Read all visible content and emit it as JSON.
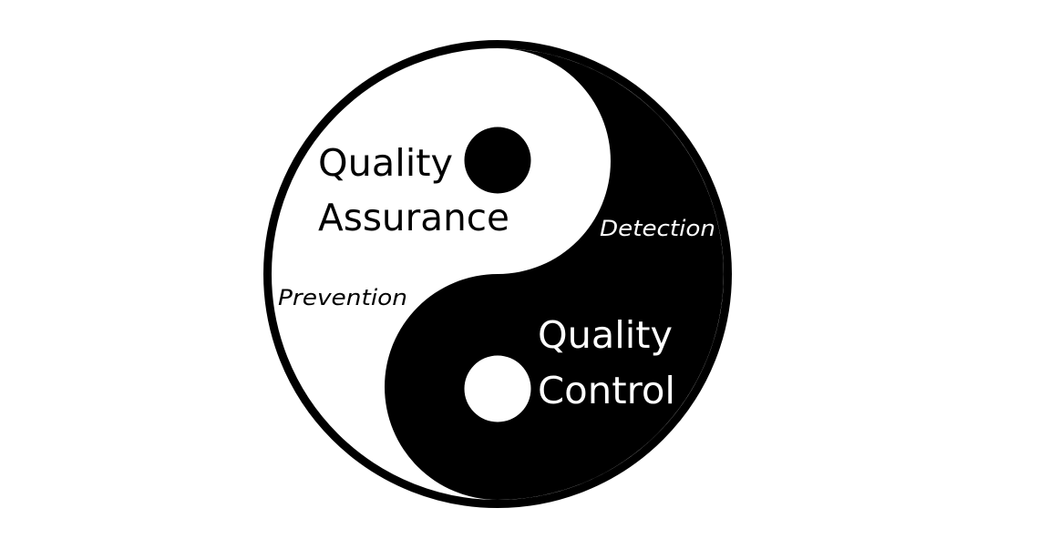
{
  "diagram": {
    "type": "yin-yang",
    "colors": {
      "background": "#ffffff",
      "dark": "#000000",
      "light": "#ffffff"
    },
    "light_side": {
      "title_line1": "Quality",
      "title_line2": "Assurance",
      "caption": "Prevention"
    },
    "dark_side": {
      "title_line1": "Quality",
      "title_line2": "Control",
      "caption": "Detection"
    }
  }
}
